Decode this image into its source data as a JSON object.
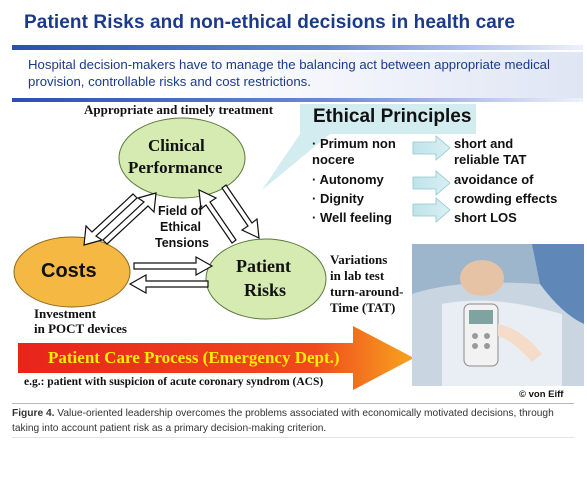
{
  "title": "Patient Risks and non-ethical decisions in health care",
  "lead": "Hospital decision-makers have to manage the balancing act between  appropriate medical provision, controllable risks and cost restrictions.",
  "diagram": {
    "top_label": "Appropriate and timely treatment",
    "clinical_line1": "Clinical",
    "clinical_line2": "Performance",
    "costs": "Costs",
    "patient_line1": "Patient",
    "patient_line2": "Risks",
    "field_line1": "Field of",
    "field_line2": "Ethical",
    "field_line3": "Tensions",
    "variations_line1": "Variations",
    "variations_line2": "in lab test",
    "variations_line3": "turn-around-",
    "variations_line4": "Time (TAT)",
    "investment_line1": "Investment",
    "investment_line2": "in POCT devices",
    "process_arrow": "Patient Care Process (Emergency Dept.)",
    "example": "e.g.: patient with suspicion of acute coronary syndrom (ACS)",
    "copyright": "© von Eiff",
    "colors": {
      "ellipse_green": "#d6ebb2",
      "ellipse_orange": "#f5b843",
      "arrow_red": "#e8241b",
      "arrow_text": "#ffee00",
      "callout": "#d2ecef"
    }
  },
  "ethical": {
    "title": "Ethical Principles",
    "items": [
      {
        "line1": "· Primum non",
        "line2": "nocere",
        "result1": "short and",
        "result2": "reliable TAT"
      },
      {
        "line1": "· Autonomy",
        "result1": "avoidance of"
      },
      {
        "line1": "· Dignity",
        "result1": "crowding effects"
      },
      {
        "line1": "· Well feeling",
        "result1": "short LOS"
      }
    ]
  },
  "caption": {
    "label": "Figure 4.",
    "text": " Value-oriented leadership overcomes the problems associated with economically motivated decisions, through taking into account patient risk as a primary decision-making criterion."
  }
}
